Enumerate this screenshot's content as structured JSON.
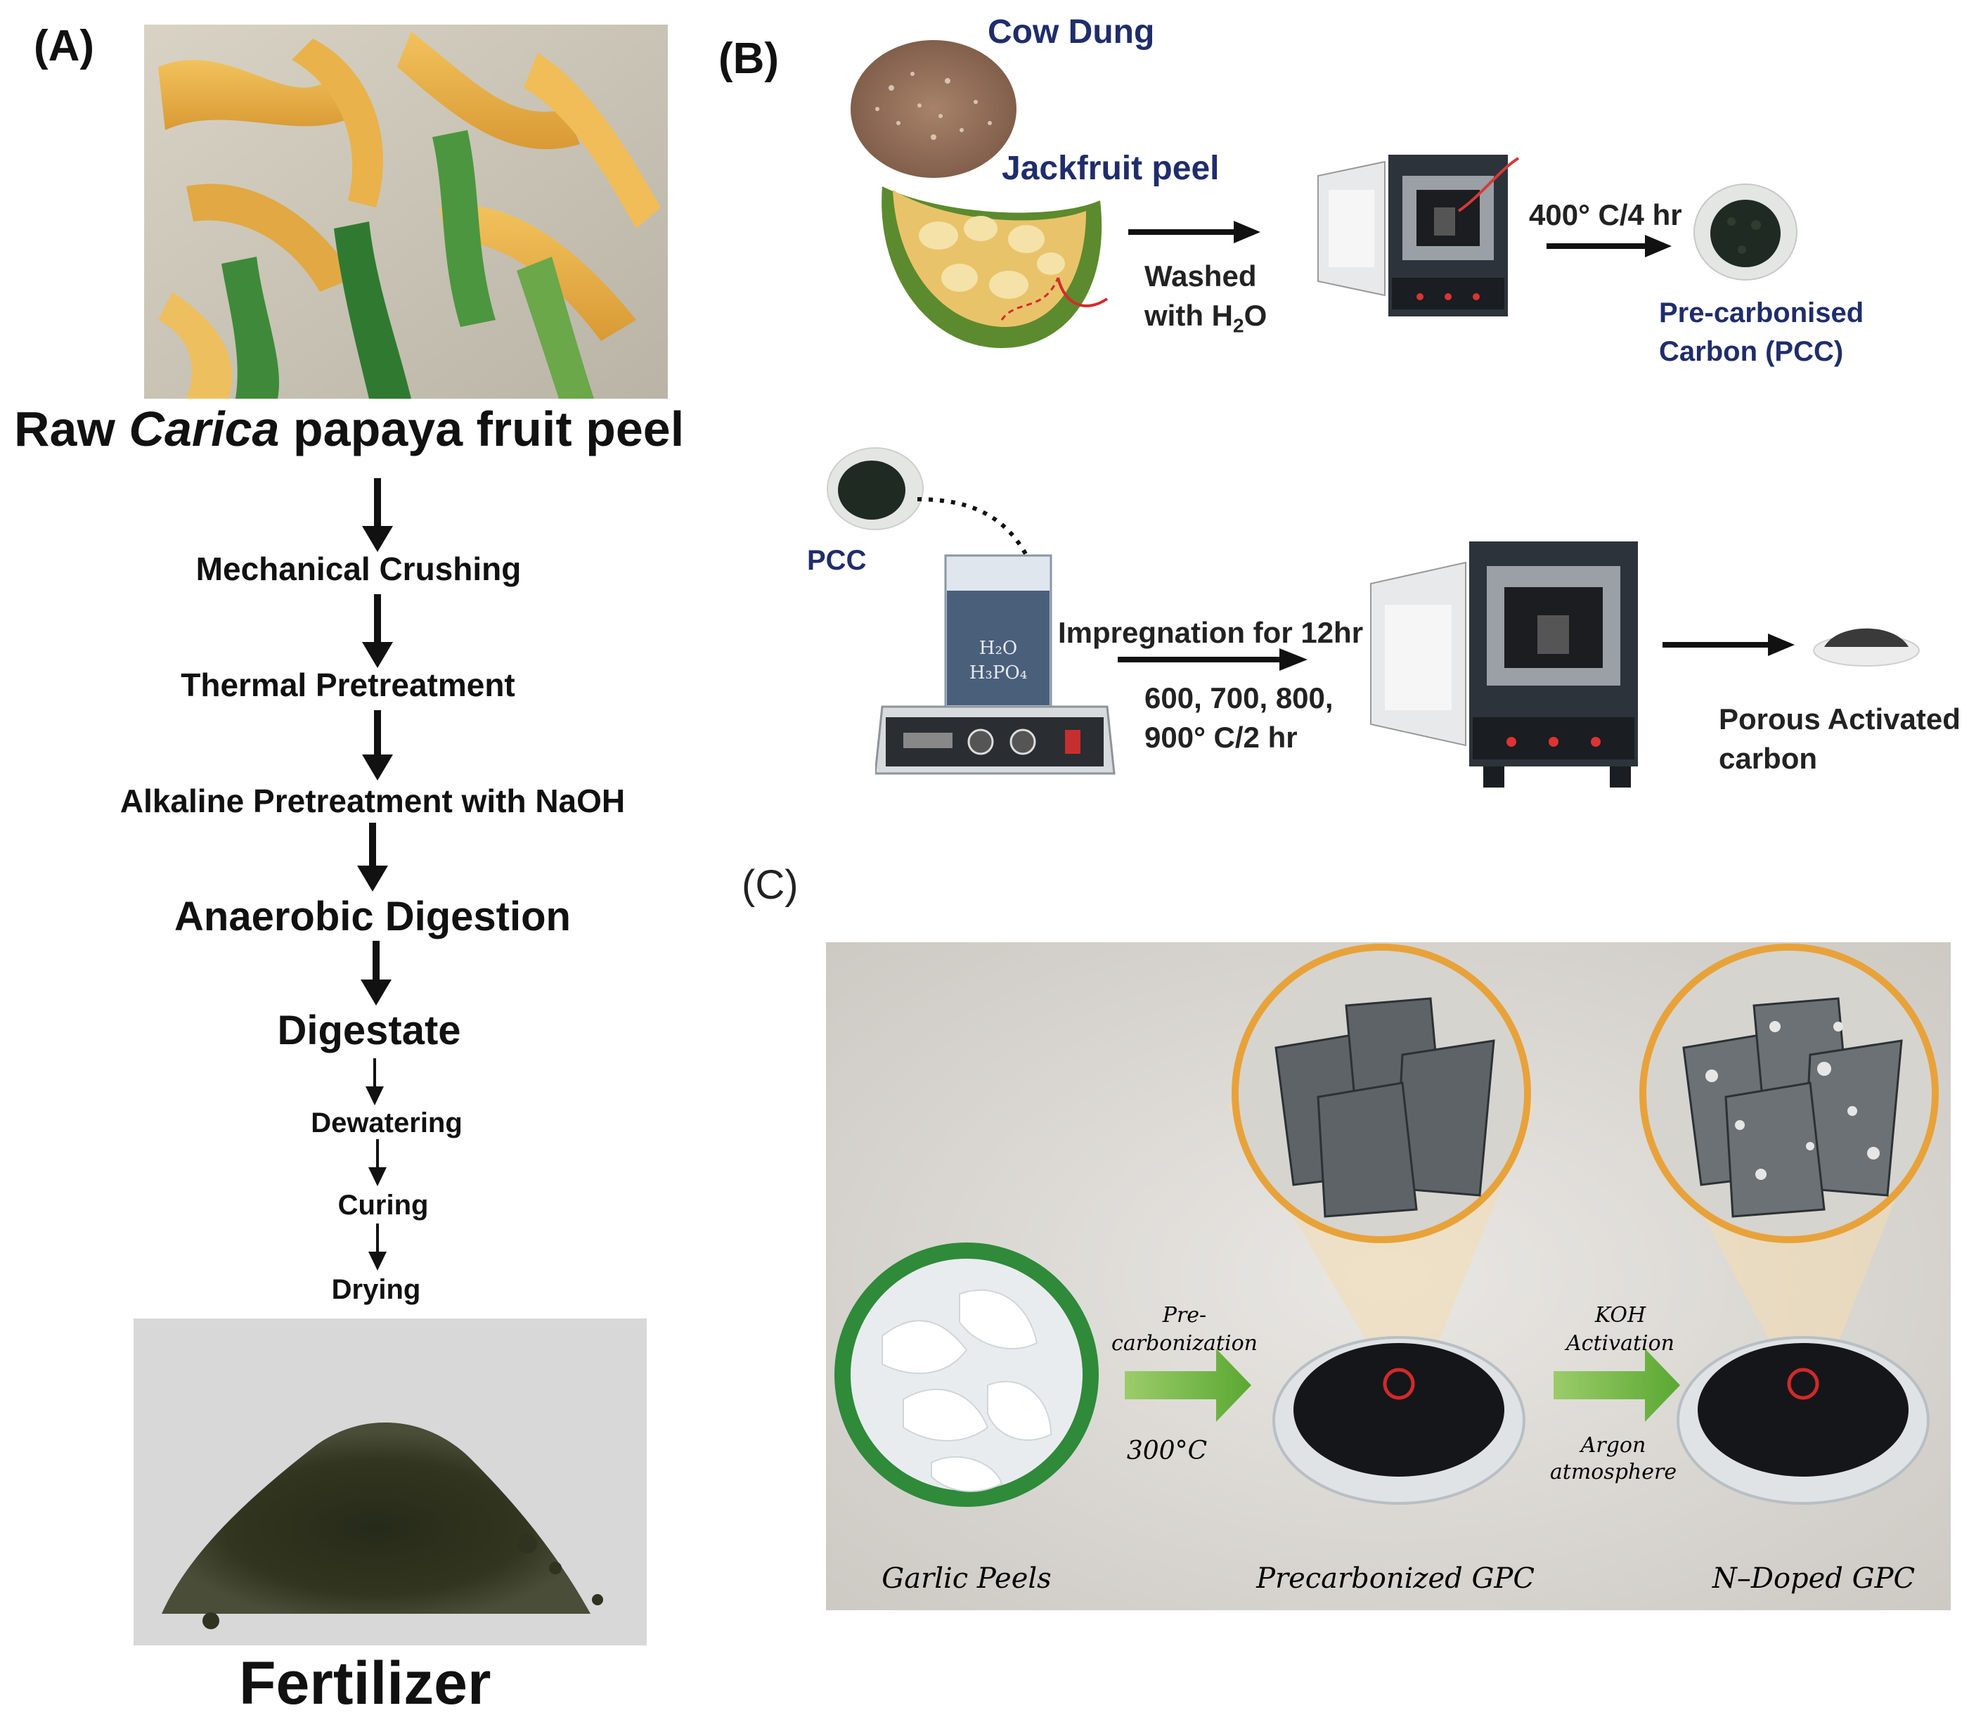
{
  "panel_a": {
    "label": "(A)",
    "title_prefix": "Raw ",
    "title_italic": "Carica",
    "title_suffix": " papaya fruit peel",
    "steps": [
      "Mechanical Crushing",
      "Thermal Pretreatment",
      "Alkaline Pretreatment with NaOH",
      "Anaerobic Digestion",
      "Digestate",
      "Dewatering",
      "Curing",
      "Drying"
    ],
    "product": "Fertilizer"
  },
  "panel_b": {
    "label": "(B)",
    "cow_dung": "Cow Dung",
    "jackfruit_peel": "Jackfruit peel",
    "washed_line1": "Washed",
    "washed_line2_prefix": "with H",
    "washed_sub": "2",
    "washed_suffix": "O",
    "temp1": "400° C/4 hr",
    "pcc_line1": "Pre-carbonised",
    "pcc_line2": "Carbon (PCC)",
    "pcc": "PCC",
    "beaker_line1": "H₂O",
    "beaker_line2": "H₃PO₄",
    "impregnation": "Impregnation for 12hr",
    "temps_line1": "600, 700, 800,",
    "temps_line2": "900° C/2 hr",
    "porous_line1": "Porous Activated",
    "porous_line2": "carbon"
  },
  "panel_c": {
    "label": "(C)",
    "step1_line1": "Pre-",
    "step1_line2": "carbonization",
    "step1_temp": "300°C",
    "step2_line1": "KOH",
    "step2_line2": "Activation",
    "step2_line3": "Argon",
    "step2_line4": "atmosphere",
    "garlic": "Garlic Peels",
    "precarb": "Precarbonized GPC",
    "ndoped": "N–Doped GPC"
  },
  "colors": {
    "navy_label": "#1f2d6b",
    "green_arrow": "#5aa832",
    "orange_glow": "#e8a23a"
  }
}
